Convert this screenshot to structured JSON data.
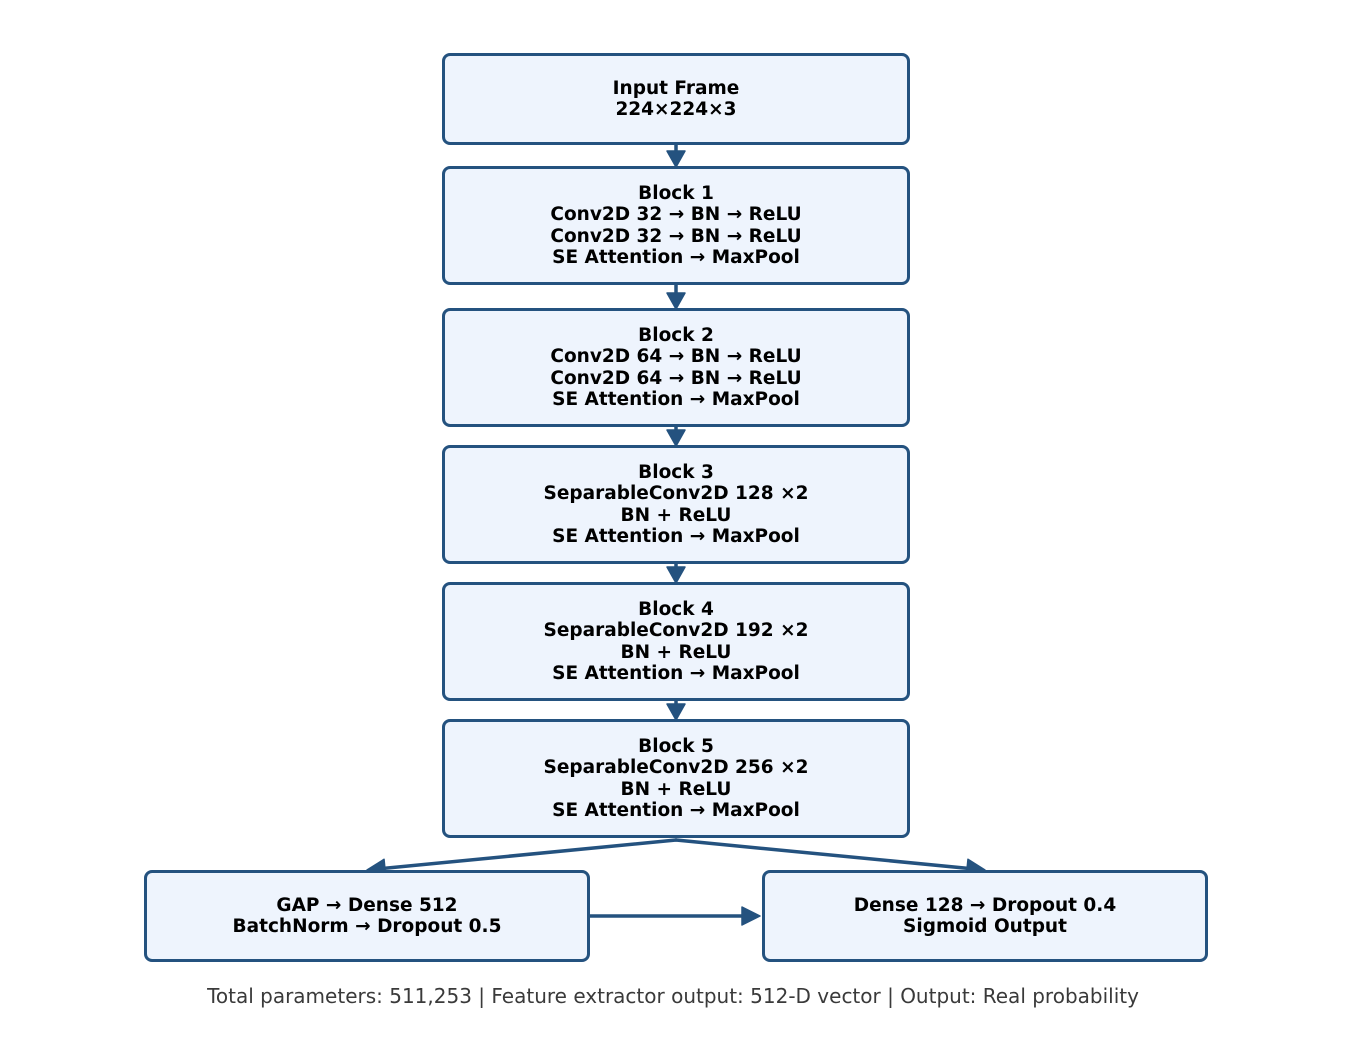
{
  "colors": {
    "box_border": "#24527f",
    "box_fill": "#eef4fd",
    "arrow": "#24527f",
    "text": "#000000",
    "footer_text": "#3a3a3a"
  },
  "nodes": [
    {
      "id": "input-frame",
      "lines": [
        "Input Frame",
        "224×224×3"
      ]
    },
    {
      "id": "block-1",
      "lines": [
        "Block 1",
        "Conv2D 32 → BN → ReLU",
        "Conv2D 32 → BN → ReLU",
        "SE Attention → MaxPool"
      ]
    },
    {
      "id": "block-2",
      "lines": [
        "Block 2",
        "Conv2D 64 → BN → ReLU",
        "Conv2D 64 → BN → ReLU",
        "SE Attention → MaxPool"
      ]
    },
    {
      "id": "block-3",
      "lines": [
        "Block 3",
        "SeparableConv2D 128 ×2",
        "BN + ReLU",
        "SE Attention → MaxPool"
      ]
    },
    {
      "id": "block-4",
      "lines": [
        "Block 4",
        "SeparableConv2D 192 ×2",
        "BN + ReLU",
        "SE Attention → MaxPool"
      ]
    },
    {
      "id": "block-5",
      "lines": [
        "Block 5",
        "SeparableConv2D 256 ×2",
        "BN + ReLU",
        "SE Attention → MaxPool"
      ]
    },
    {
      "id": "gap-dense",
      "lines": [
        "GAP → Dense 512",
        "BatchNorm → Dropout 0.5"
      ]
    },
    {
      "id": "dense-output",
      "lines": [
        "Dense 128 → Dropout 0.4",
        "Sigmoid Output"
      ]
    }
  ],
  "edges": [
    {
      "from": "input-frame",
      "to": "block-1"
    },
    {
      "from": "block-1",
      "to": "block-2"
    },
    {
      "from": "block-2",
      "to": "block-3"
    },
    {
      "from": "block-3",
      "to": "block-4"
    },
    {
      "from": "block-4",
      "to": "block-5"
    },
    {
      "from": "block-5",
      "to": "gap-dense"
    },
    {
      "from": "block-5",
      "to": "dense-output"
    },
    {
      "from": "gap-dense",
      "to": "dense-output"
    }
  ],
  "footer": "Total parameters: 511,253 | Feature extractor output: 512-D vector | Output: Real probability"
}
